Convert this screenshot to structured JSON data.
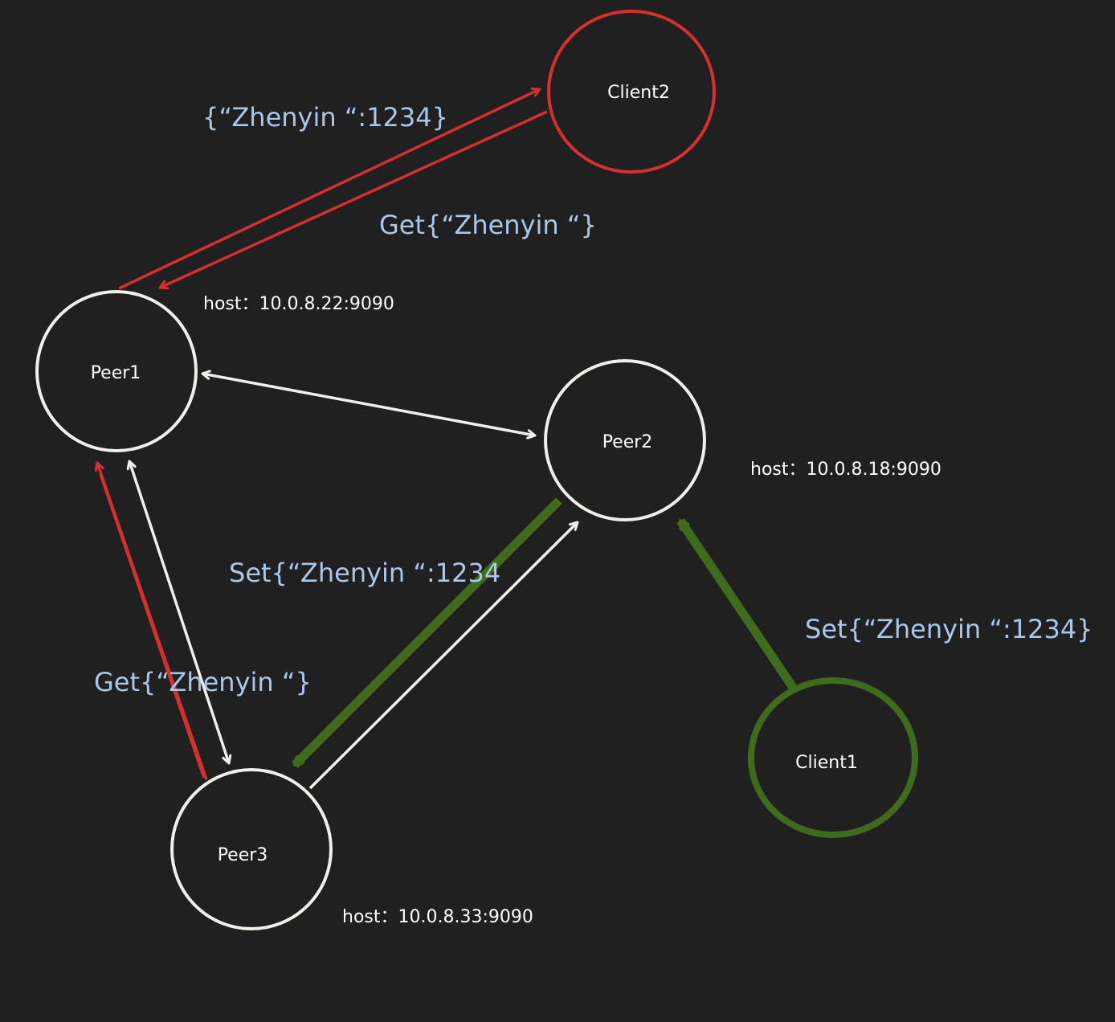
{
  "colors": {
    "background": "#212020",
    "peer": "#f0efea",
    "client2": "#d62f2f",
    "client1": "#3e6b1c",
    "message_text": "#a9c7e8",
    "label_text": "#ffffff"
  },
  "nodes": {
    "client2": {
      "label": "Client2"
    },
    "peer1": {
      "label": "Peer1",
      "host": "host：10.0.8.22:9090"
    },
    "peer2": {
      "label": "Peer2",
      "host": "host：10.0.8.18:9090"
    },
    "peer3": {
      "label": "Peer3",
      "host": "host：10.0.8.33:9090"
    },
    "client1": {
      "label": "Client1"
    }
  },
  "messages": {
    "client2_value": "{“Zhenyin “:1234}",
    "client2_get": "Get{“Zhenyin “}",
    "peer_set": "Set{“Zhenyin “:1234",
    "peer_get": "Get{“Zhenyin “}",
    "client1_set": "Set{“Zhenyin “:1234}"
  }
}
